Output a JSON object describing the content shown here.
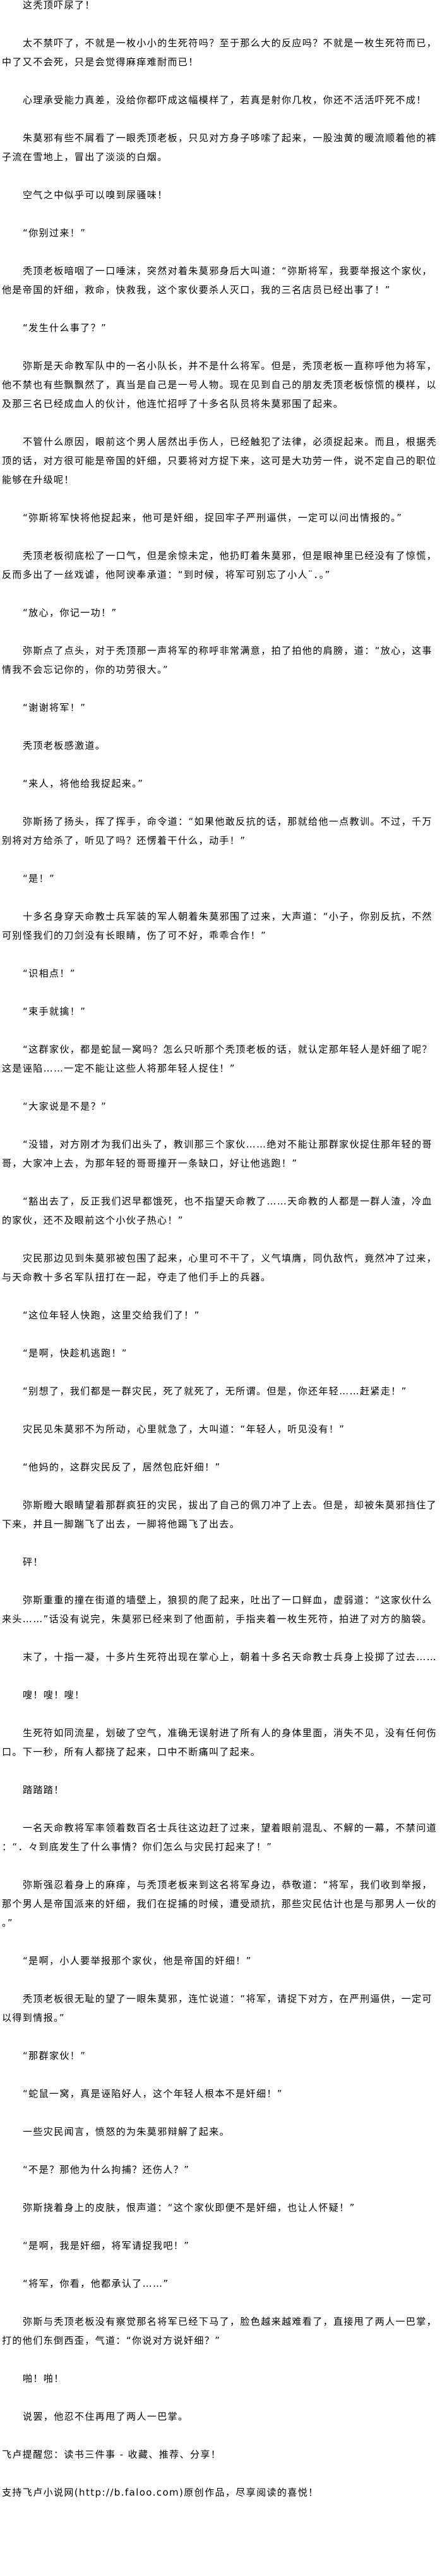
{
  "paragraphs": [
    {
      "text": "这秃顶吓尿了！",
      "indent": true
    },
    {
      "text": "太不禁吓了，不就是一枚小小的生死符吗？至于那么大的反应吗？不就是一枚生死符而已，中了又不会死，只是会觉得麻痒难耐而已！",
      "indent": true
    },
    {
      "text": "心理承受能力真差，没给你都吓成这幅模样了，若真是射你几枚，你还不活活吓死不成！",
      "indent": true
    },
    {
      "text": "朱莫邪有些不屑看了一眼秃顶老板，只见对方身子哆嗦了起来，一股浊黄的暖流顺着他的裤子流在雪地上，冒出了淡淡的白烟。",
      "indent": true
    },
    {
      "text": "空气之中似乎可以嗅到尿骚味！",
      "indent": true
    },
    {
      "text": "“你别过来！”",
      "indent": true
    },
    {
      "text": "秃顶老板暗咽了一口唾沫，突然对着朱莫邪身后大叫道：“弥斯将军，我要举报这个家伙，他是帝国的奸细，救命，快救我，这个家伙要杀人灭口，我的三名店员已经出事了！”",
      "indent": true
    },
    {
      "text": "“发生什么事了？”",
      "indent": true
    },
    {
      "text": "弥斯是天命教军队中的一名小队长，并不是什么将军。但是，秃顶老板一直称呼他为将军，他不禁也有些飘飘然了，真当是自己是一号人物。现在见到自己的朋友秃顶老板惊慌的模样，以及那三名已经成血人的伙计，他连忙招呼了十多名队员将朱莫邪围了起来。",
      "indent": true
    },
    {
      "text": "不管什么原因，眼前这个男人居然出手伤人，已经触犯了法律，必须捉起来。而且，根据秃顶的话，对方很可能是帝国的奸细，只要将对方捉下来，这可是大功劳一件，说不定自己的职位能够在升级呢！",
      "indent": true
    },
    {
      "text": "“弥斯将军快将他捉起来，他可是奸细，捉回牢子严刑逼供，一定可以问出情报的。”",
      "indent": true
    },
    {
      "text": "秃顶老板彻底松了一口气，但是余惊未定，他扔盯着朱莫邪，但是眼神里已经没有了惊慌，反而多出了一丝戏谑，他阿谀奉承道：“到时候，将军可别忘了小人¨．。”",
      "indent": true
    },
    {
      "text": "“放心，你记一功！”",
      "indent": true
    },
    {
      "text": "弥斯点了点头，对于秃顶那一声将军的称呼非常满意，拍了拍他的肩膀，道：“放心，这事情我不会忘记你的，你的功劳很大。”",
      "indent": true
    },
    {
      "text": "“谢谢将军！”",
      "indent": true
    },
    {
      "text": "秃顶老板感激道。",
      "indent": true
    },
    {
      "text": "“来人，将他给我捉起来。”",
      "indent": true
    },
    {
      "text": "弥斯扬了扬头，挥了挥手，命令道：“如果他敢反抗的话，那就给他一点教训。不过，千万别将对方给杀了，听见了吗？还愣着干什么，动手！”",
      "indent": true
    },
    {
      "text": "“是！”",
      "indent": true
    },
    {
      "text": "十多名身穿天命教士兵军装的军人朝着朱莫邪围了过来，大声道：“小子，你别反抗，不然可别怪我们的刀剑没有长眼睛，伤了可不好，乖乖合作！”",
      "indent": true
    },
    {
      "text": "“识相点！”",
      "indent": true
    },
    {
      "text": "“束手就擒！”",
      "indent": true
    },
    {
      "text": "“这群家伙，都是蛇鼠一窝吗？怎么只听那个秃顶老板的话，就认定那年轻人是奸细了呢？这是诬陷……一定不能让这些人将那年轻人捉住！”",
      "indent": true
    },
    {
      "text": "“大家说是不是？”",
      "indent": true
    },
    {
      "text": "“没错，对方刚才为我们出头了，教训那三个家伙……绝对不能让那群家伙捉住那年轻的哥哥，大家冲上去，为那年轻的哥哥撞开一条缺口，好让他逃跑！”",
      "indent": true
    },
    {
      "text": "“豁出去了，反正我们迟早都饿死，也不指望天命教了……天命教的人都是一群人渣，冷血的家伙，还不及眼前这个小伙子热心！”",
      "indent": true
    },
    {
      "text": "灾民那边见到朱莫邪被包围了起来，心里可不干了，义气填膺，同仇敌忾，竟然冲了过来，与天命教十多名军队扭打在一起，夺走了他们手上的兵器。",
      "indent": true
    },
    {
      "text": "“这位年轻人快跑，这里交给我们了！”",
      "indent": true
    },
    {
      "text": "“是啊，快趁机逃跑！”",
      "indent": true
    },
    {
      "text": "“别想了，我们都是一群灾民，死了就死了，无所谓。但是，你还年轻……赶紧走！”",
      "indent": true
    },
    {
      "text": "灾民见朱莫邪不为所动，心里就急了，大叫道：“年轻人，听见没有！”",
      "indent": true
    },
    {
      "text": "“他妈的，这群灾民反了，居然包庇奸细！”",
      "indent": true
    },
    {
      "text": "弥斯瞪大眼睛望着那群疯狂的灾民，拔出了自己的佩刀冲了上去。但是，却被朱莫邪挡住了下来，并且一脚踹飞了出去，一脚将他踢飞了出去。",
      "indent": true
    },
    {
      "text": "砰！",
      "indent": true
    },
    {
      "text": "弥斯重重的撞在街道的墙壁上，狼狈的爬了起来，吐出了一口鲜血，虚弱道：“这家伙什么来头……”话没有说完，朱莫邪已经来到了他面前，手指夹着一枚生死符，拍进了对方的脑袋。",
      "indent": true
    },
    {
      "text": "末了，十指一凝，十多片生死符出现在掌心上，朝着十多名天命教士兵身上投掷了过去……",
      "indent": true
    },
    {
      "text": "嗖！嗖！嗖！",
      "indent": true
    },
    {
      "text": "生死符如同流星，划破了空气，准确无误射进了所有人的身体里面，消失不见，没有任何伤口。下一秒，所有人都挠了起来，口中不断痛叫了起来。",
      "indent": true
    },
    {
      "text": "踏踏踏！",
      "indent": true
    },
    {
      "text": "一名天命教将军率领着数百名士兵往这边赶了过来，望着眼前混乱、不解的一幕，不禁问道：“．々到底发生了什么事情？你们怎么与灾民打起来了！”",
      "indent": true
    },
    {
      "text": "弥斯强忍着身上的麻痒，与秃顶老板来到这名将军身边，恭敬道：“将军，我们收到举报，那个男人是帝国派来的奸细，我们在捉捕的时候，遭受顽抗，那些灾民估计也是与那男人一伙的。”",
      "indent": true
    },
    {
      "text": "“是啊，小人要举报那个家伙，他是帝国的奸细！”",
      "indent": true
    },
    {
      "text": "秃顶老板很无耻的望了一眼朱莫邪，连忙说道：“将军，请捉下对方，在严刑逼供，一定可以得到情报。”",
      "indent": true
    },
    {
      "text": "“那群家伙！”",
      "indent": true
    },
    {
      "text": "“蛇鼠一窝，真是诬陷好人，这个年轻人根本不是奸细！”",
      "indent": true
    },
    {
      "text": "一些灾民闻言，愤怒的为朱莫邪辩解了起来。",
      "indent": true
    },
    {
      "text": "“不是？那他为什么拘捕？还伤人？”",
      "indent": true
    },
    {
      "text": "弥斯挠着身上的皮肤，恨声道：“这个家伙即便不是奸细，也让人怀疑！”",
      "indent": true
    },
    {
      "text": "“是啊，我是奸细，将军请捉我吧！”",
      "indent": true
    },
    {
      "text": "“将军，你看，他都承认了……”",
      "indent": true
    },
    {
      "text": "弥斯与秃顶老板没有察觉那名将军已经下马了，脸色越来越难看了，直接甩了两人一巴掌，打的他们东倒西歪，气道：“你说对方说奸细？”",
      "indent": true
    },
    {
      "text": "啪！啪！",
      "indent": true
    },
    {
      "text": "说罢，他忍不住再甩了两人一巴掌。",
      "indent": true
    },
    {
      "text": "飞卢提醒您：读书三件事 - 收藏、推荐、分享！",
      "indent": false
    },
    {
      "text": "支持飞卢小说网(http://b.faloo.com)原创作品，尽享阅读的喜悦！",
      "indent": false
    }
  ]
}
